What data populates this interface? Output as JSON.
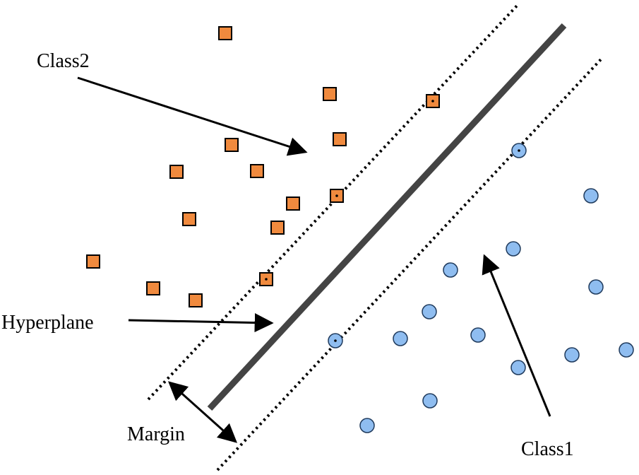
{
  "labels": {
    "class2": "Class2",
    "class1": "Class1",
    "hyperplane": "Hyperplane",
    "margin": "Margin"
  },
  "colors": {
    "class2_fill": "#F08A3E",
    "class1_fill": "#8FBDF0",
    "hyperplane": "#444444",
    "lines": "#000000"
  },
  "markers": {
    "class2": "square",
    "class1": "circle",
    "support_vector_marker": "center-dot"
  },
  "lines": {
    "hyperplane": "solid",
    "margins": "dotted"
  }
}
